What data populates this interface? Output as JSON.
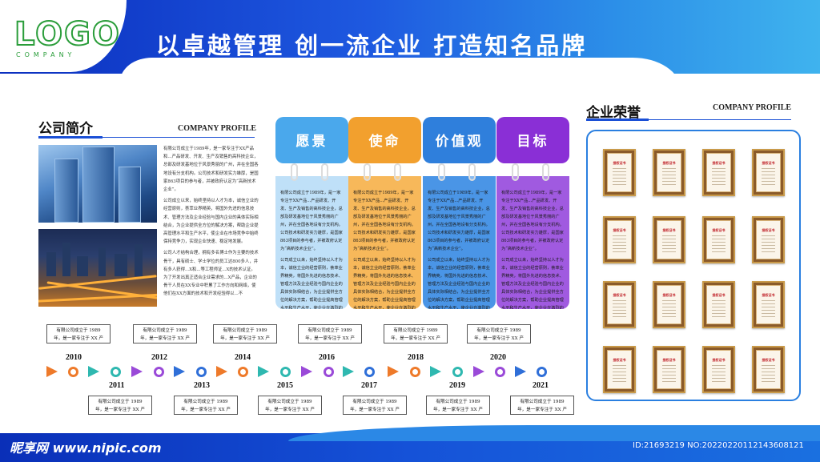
{
  "header": {
    "logo": "LOGO",
    "logo_sub": "COMPANY",
    "slogan": "以卓越管理  创一流企业  打造知名品牌"
  },
  "profile": {
    "title": "公司简介",
    "subtitle": "COMPANY PROFILE",
    "paragraphs": [
      "有限公司成立于1989年，是一家专注于XX产品和...产品研发、开发、生产及销售的高科技企业，总部及研发基地位于风景秀丽的广州，并在全国各地设有分支机构。公司技术和研发实力雄厚，是国家863项目的参与者，并被政府认定为“高新技术企业”。",
      "公司成立以来，始终坚持以人才为本，诚信立业的经营原则，荟萃业界精英，将国外先进的信息技术、管理方法及企业经验与国内企业的具体实际相结合，为企业提供全方位的解决方案，帮助企业提高管理水平和生产水平，使企业在市场竞争中始终保持竞争力，实现企业快速、稳定地发展。",
      "公司人才结构合理，拥有多名博士作为主要的技术骨干，具有硕士、学士学位的员工达800多人，并有多人获得...X和...等工程师证...X的技术认证。为了开发出真正适合企业需求的...X产品，企业的骨干人员在XX专业中积累了工作方向和网络，使他们在XX方面的技术和开发经验得以...不"
    ]
  },
  "values": [
    {
      "title": "愿景",
      "paragraphs": [
        "有限公司成立于1989年，是一家专注于XX产品...产品研发、开发、生产及销售的高科技企业，总部及研发基地位于风景秀丽的广州，并在全国各地设有分支机构。公司技术和研发实力雄厚，是国家863项目的参与者，并被政府认定为“高新技术企业”。",
        "公司成立以来，始终坚持以人才为本，诚信立业的经营原则，荟萃业界精英，将国外先进的信息技术、管理方法及企业经验与国内企业的具体实际相结合，为企业提供全方位的解决方案，帮助企业提高管理水平和生产水平，使企业在激烈的市场竞争中"
      ]
    },
    {
      "title": "使命",
      "paragraphs": [
        "有限公司成立于1989年，是一家专注于XX产品...产品研发、开发、生产及销售的高科技企业，总部及研发基地位于风景秀丽的广州，并在全国各地设有分支机构。公司技术和研发实力雄厚，是国家863项目的参与者，并被政府认定为“高新技术企业”。",
        "公司成立以来，始终坚持以人才为本，诚信立业的经营原则，荟萃业界精英，将国外先进的信息技术、管理方法及企业经验与国内企业的具体实际相结合，为企业提供全方位的解决方案，帮助企业提高管理水平和生产水平，使企业在激烈的市场竞争中"
      ]
    },
    {
      "title": "价值观",
      "paragraphs": [
        "有限公司成立于1989年，是一家专注于XX产品...产品研发、开发、生产及销售的高科技企业，总部及研发基地位于风景秀丽的广州，并在全国各地设有分支机构。公司技术和研发实力雄厚，是国家863项目的参与者，并被政府认定为“高新技术企业”。",
        "公司成立以来，始终坚持以人才为本，诚信立业的经营原则，荟萃业界精英，将国外先进的信息技术、管理方法及企业经验与国内企业的具体实际相结合，为企业提供全方位的解决方案，帮助企业提高管理水平和生产水平，使企业在激烈的市场竞争中"
      ]
    },
    {
      "title": "目标",
      "paragraphs": [
        "有限公司成立于1989年，是一家专注于XX产品...产品研发、开发、生产及销售的高科技企业，总部及研发基地位于风景秀丽的广州，并在全国各地设有分支机构。公司技术和研发实力雄厚，是国家863项目的参与者，并被政府认定为“高新技术企业”。",
        "公司成立以来，始终坚持以人才为本，诚信立业的经营原则，荟萃业界精英，将国外先进的信息技术、管理方法及企业经验与国内企业的具体实际相结合，为企业提供全方位的解决方案，帮助企业提高管理水平和生产水平，使企业在激烈的市场竞争中"
      ]
    }
  ],
  "colors": {
    "vision": "#4aa8ec",
    "vision_body": "#bfe0f8",
    "mission": "#f2a02e",
    "mission_body": "#f7b85a",
    "values": "#2f7fdc",
    "values_body": "#4a95e6",
    "goal": "#8a2fd6",
    "goal_body": "#a05ae0",
    "arrow_orange": "#ee7a2a",
    "circle_purple": "#9a4ad8",
    "arrow_teal": "#2fb8b0",
    "circle_blue": "#2f6fd8"
  },
  "honors": {
    "title": "企业荣誉",
    "subtitle": "COMPANY PROFILE",
    "cert_title": "授权证书",
    "count": 16
  },
  "timeline": {
    "years_top": [
      "2010",
      "2012",
      "2014",
      "2016",
      "2018",
      "2020"
    ],
    "years_bottom": [
      "2011",
      "2013",
      "2015",
      "2017",
      "2019",
      "2021"
    ],
    "event_line1": "有限公司成立于 1989",
    "event_line2": "年，是一家专注于 XX 产"
  },
  "footer": {
    "brand": "昵享网 www.nipic.com",
    "id": "ID:21693219 NO:20220220112143608121"
  }
}
